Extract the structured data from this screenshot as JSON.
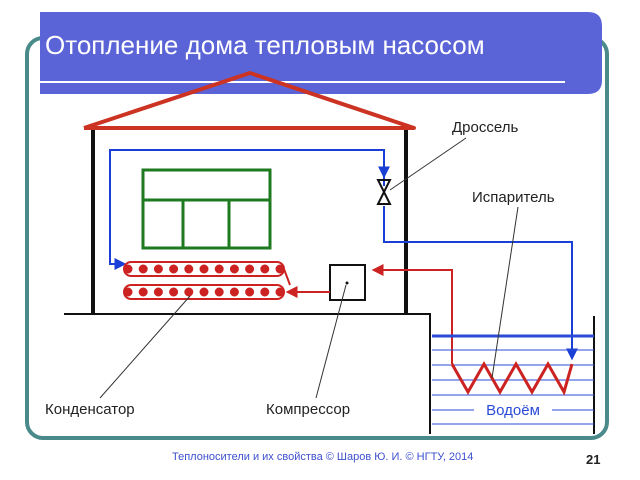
{
  "slide": {
    "title": "Отопление дома тепловым насосом",
    "page_number": "21",
    "footer": "Теплоносители и их свойства © Шаров Ю. И. © НГТУ, 2014"
  },
  "labels": {
    "throttle": "Дроссель",
    "evaporator": "Испаритель",
    "condenser": "Конденсатор",
    "compressor": "Компрессор",
    "reservoir": "Водоём"
  },
  "colors": {
    "title_bar": "#5b64d6",
    "frame": "#4a8a8a",
    "roof": "#cc3322",
    "house": "#111111",
    "window": "#1e7a1e",
    "hot_line": "#cc2222",
    "cold_line": "#1a3fd6",
    "water": "#2a4bd7"
  },
  "condenser": {
    "coils_per_row": 11
  }
}
